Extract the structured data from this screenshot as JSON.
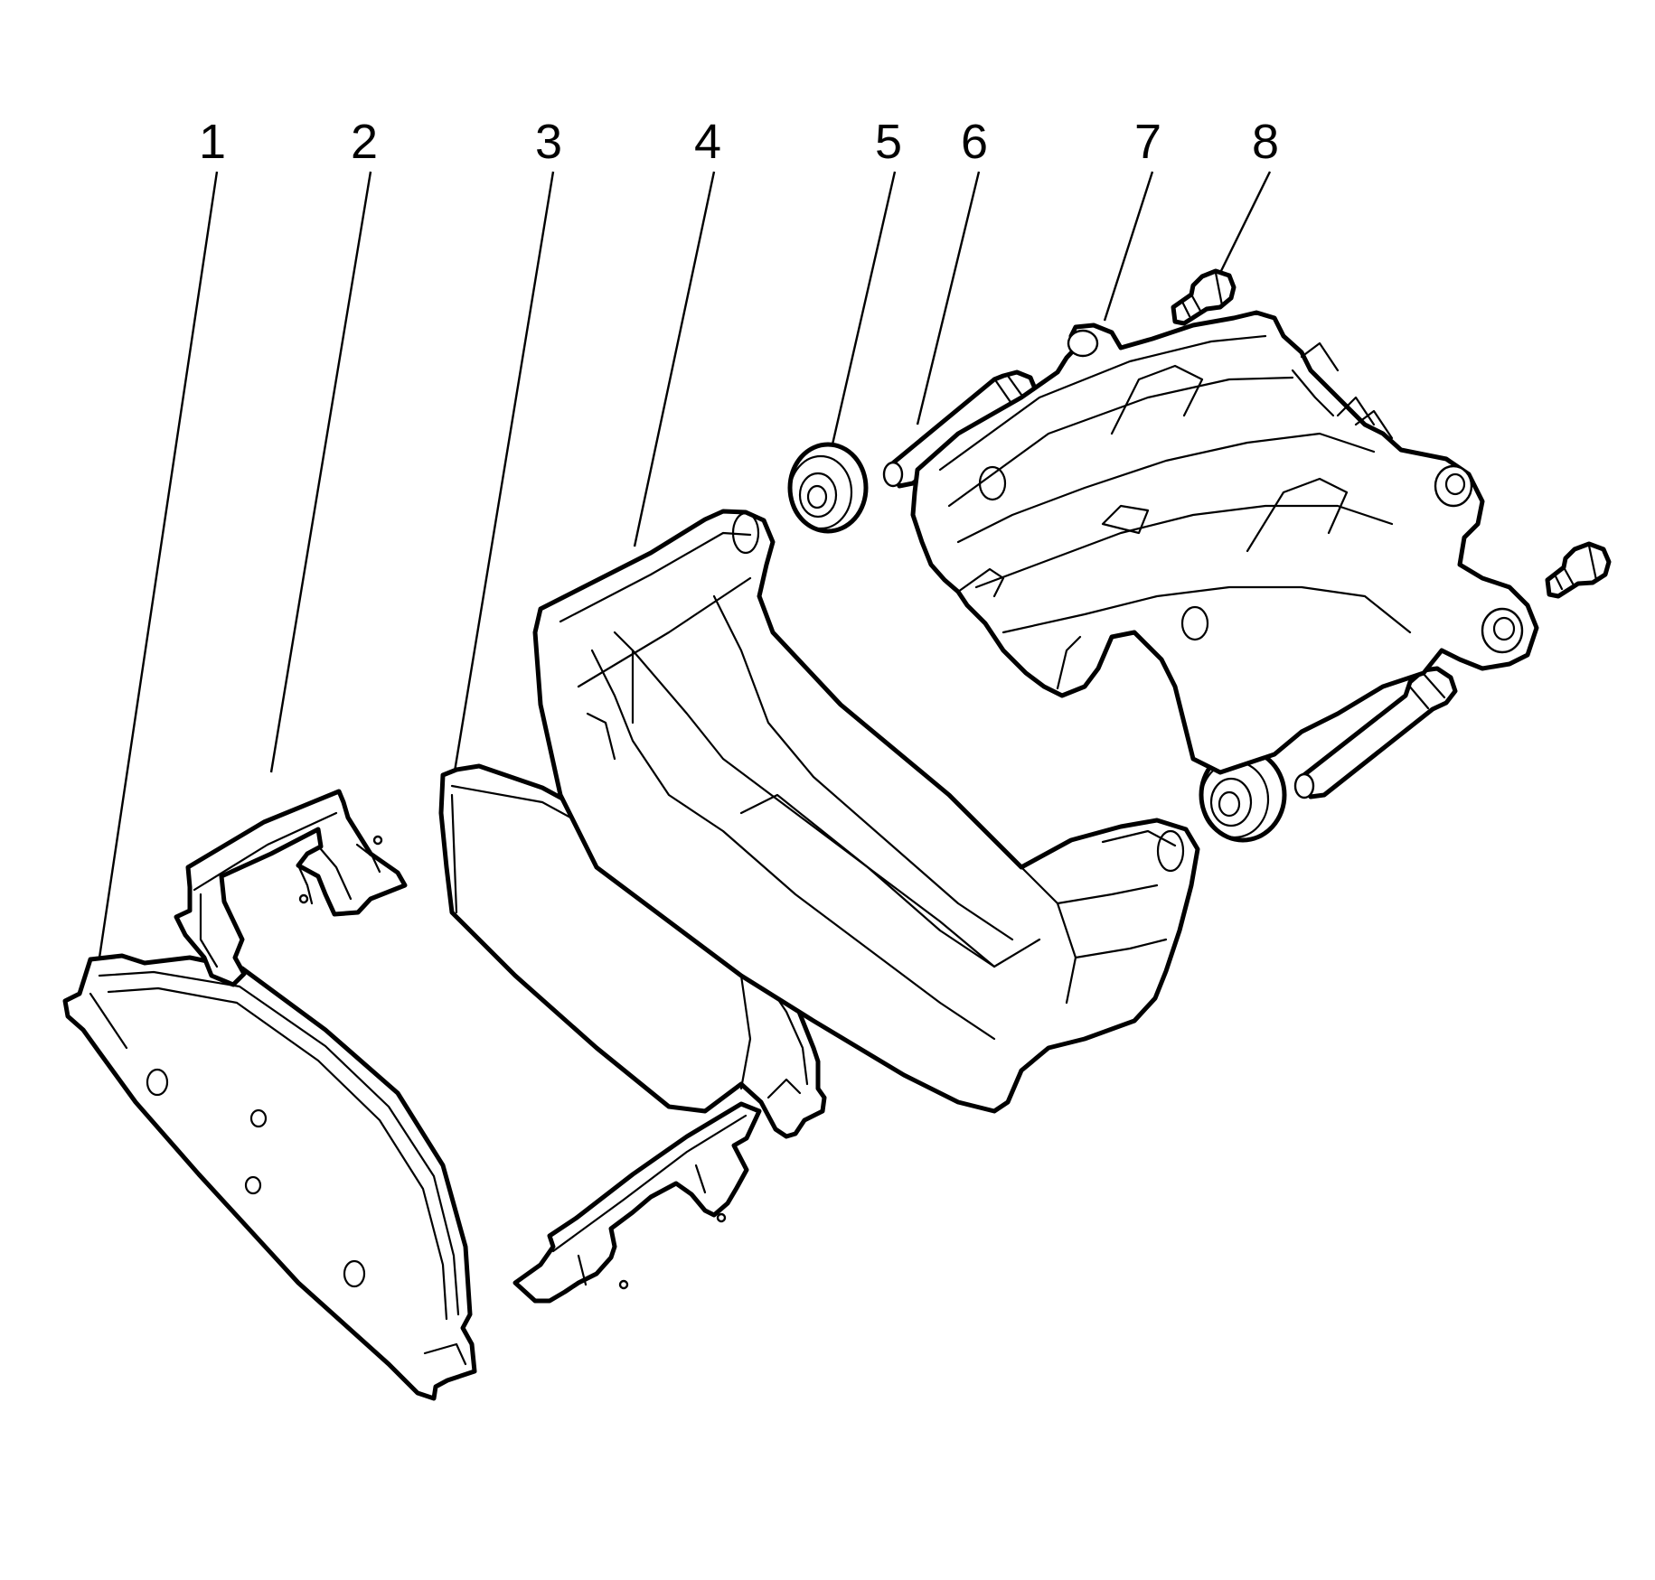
{
  "callouts": [
    {
      "id": "1",
      "label": "1",
      "part": "outer-brake-pad"
    },
    {
      "id": "2",
      "label": "2",
      "part": "outer-pad-retainer-clip"
    },
    {
      "id": "3",
      "label": "3",
      "part": "inner-brake-pad"
    },
    {
      "id": "4",
      "label": "4",
      "part": "caliper-bracket"
    },
    {
      "id": "5",
      "label": "5",
      "part": "guide-pin-boot"
    },
    {
      "id": "6",
      "label": "6",
      "part": "guide-pin"
    },
    {
      "id": "7",
      "label": "7",
      "part": "caliper-body"
    },
    {
      "id": "8",
      "label": "8",
      "part": "bleeder-bolt"
    }
  ]
}
